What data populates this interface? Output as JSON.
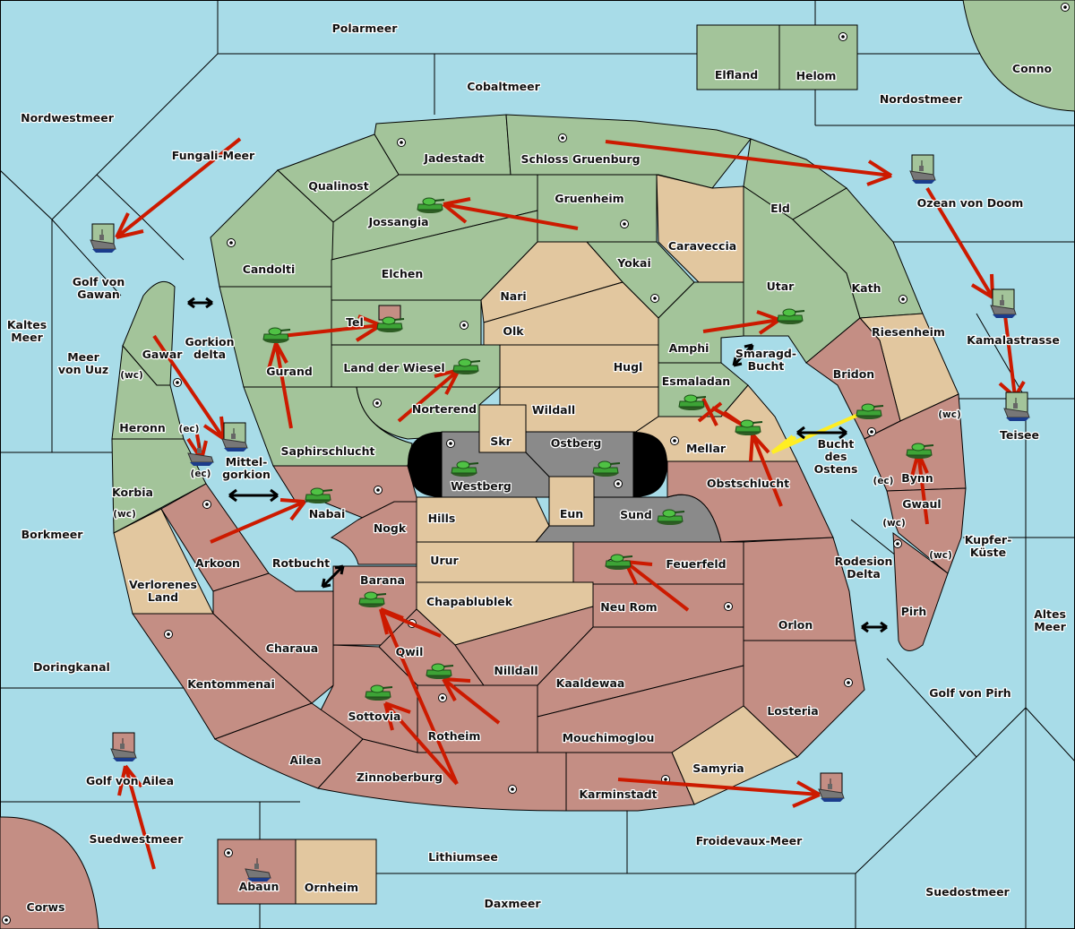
{
  "map": {
    "colors": {
      "sea": "#a8dce8",
      "green_power": "#a3c49a",
      "red_power": "#c48e84",
      "neutral": "#e2c79f",
      "impassable": "#8a8a8a",
      "order": "#cc1a00",
      "support_order": "#ffee22"
    },
    "seas": [
      {
        "id": "polarmeer",
        "label": "Polarmeer"
      },
      {
        "id": "cobaltmeer",
        "label": "Cobaltmeer"
      },
      {
        "id": "nordwestmeer",
        "label": "Nordwestmeer"
      },
      {
        "id": "fungali",
        "label": "Fungali-Meer"
      },
      {
        "id": "nordostmeer",
        "label": "Nordostmeer"
      },
      {
        "id": "ozean",
        "label": "Ozean von Doom"
      },
      {
        "id": "gawan",
        "label": "Golf von Gawan",
        "lines": [
          "Golf von",
          "Gawan"
        ]
      },
      {
        "id": "kaltes",
        "label": "Kaltes Meer",
        "lines": [
          "Kaltes",
          "Meer"
        ]
      },
      {
        "id": "uuz",
        "label": "Meer von Uuz",
        "lines": [
          "Meer",
          "von Uuz"
        ]
      },
      {
        "id": "gorkiondelta",
        "label": "Gorkion delta",
        "lines": [
          "Gorkion",
          "delta"
        ]
      },
      {
        "id": "mittelgorkion",
        "label": "Mittel-gorkion",
        "lines": [
          "Mittel-",
          "gorkion"
        ]
      },
      {
        "id": "kamala",
        "label": "Kamalastrasse"
      },
      {
        "id": "teisee",
        "label": "Teisee"
      },
      {
        "id": "smaragd",
        "label": "Smaragd-Bucht",
        "lines": [
          "Smaragd-",
          "Bucht"
        ]
      },
      {
        "id": "bucht",
        "label": "Bucht des Ostens",
        "lines": [
          "Bucht",
          "des",
          "Ostens"
        ]
      },
      {
        "id": "borkmeer",
        "label": "Borkmeer"
      },
      {
        "id": "rotbucht",
        "label": "Rotbucht"
      },
      {
        "id": "kupfer",
        "label": "Kupfer-Küste",
        "lines": [
          "Kupfer-",
          "Küste"
        ]
      },
      {
        "id": "rodesion",
        "label": "Rodesion Delta",
        "lines": [
          "Rodesion",
          "Delta"
        ]
      },
      {
        "id": "altes",
        "label": "Altes Meer",
        "lines": [
          "Altes",
          "Meer"
        ]
      },
      {
        "id": "doringkanal",
        "label": "Doringkanal"
      },
      {
        "id": "pirhgolf",
        "label": "Golf von Pirh"
      },
      {
        "id": "ailea_golf",
        "label": "Golf von Ailea"
      },
      {
        "id": "suedwest",
        "label": "Suedwestmeer"
      },
      {
        "id": "froidevaux",
        "label": "Froidevaux-Meer"
      },
      {
        "id": "lithium",
        "label": "Lithiumsee"
      },
      {
        "id": "daxmeer",
        "label": "Daxmeer"
      },
      {
        "id": "suedost",
        "label": "Suedostmeer"
      }
    ],
    "territories": [
      {
        "id": "elfland",
        "label": "Elfland",
        "owner": "green"
      },
      {
        "id": "helom",
        "label": "Helom",
        "owner": "green",
        "supply_center": true
      },
      {
        "id": "conno",
        "label": "Conno",
        "owner": "green",
        "supply_center": true
      },
      {
        "id": "jadestadt",
        "label": "Jadestadt",
        "owner": "green",
        "supply_center": true
      },
      {
        "id": "schloss",
        "label": "Schloss Gruenburg",
        "owner": "green",
        "supply_center": true
      },
      {
        "id": "qualinost",
        "label": "Qualinost",
        "owner": "green"
      },
      {
        "id": "jossangia",
        "label": "Jossangia",
        "owner": "green"
      },
      {
        "id": "gruenheim",
        "label": "Gruenheim",
        "owner": "green",
        "supply_center": true
      },
      {
        "id": "eld",
        "label": "Eld",
        "owner": "green"
      },
      {
        "id": "caraveccia",
        "label": "Caraveccia",
        "owner": "neutral"
      },
      {
        "id": "candolti",
        "label": "Candolti",
        "owner": "green",
        "supply_center": true
      },
      {
        "id": "elchen",
        "label": "Elchen",
        "owner": "green"
      },
      {
        "id": "yokai",
        "label": "Yokai",
        "owner": "green",
        "supply_center": true
      },
      {
        "id": "nari",
        "label": "Nari",
        "owner": "neutral"
      },
      {
        "id": "utar",
        "label": "Utar",
        "owner": "green"
      },
      {
        "id": "kath",
        "label": "Kath",
        "owner": "green",
        "supply_center": true
      },
      {
        "id": "tel",
        "label": "Tel",
        "owner": "green",
        "supply_center": true
      },
      {
        "id": "olk",
        "label": "Olk",
        "owner": "neutral"
      },
      {
        "id": "gawar",
        "label": "Gawar",
        "owner": "green",
        "supply_center": true
      },
      {
        "id": "gurand",
        "label": "Gurand",
        "owner": "green"
      },
      {
        "id": "wiesel",
        "label": "Land der Wiesel",
        "owner": "green"
      },
      {
        "id": "hugl",
        "label": "Hugl",
        "owner": "neutral"
      },
      {
        "id": "amphi",
        "label": "Amphi",
        "owner": "green"
      },
      {
        "id": "riesenheim",
        "label": "Riesenheim",
        "owner": "neutral"
      },
      {
        "id": "bridon",
        "label": "Bridon",
        "owner": "red",
        "supply_center": true
      },
      {
        "id": "esmaladan",
        "label": "Esmaladan",
        "owner": "green"
      },
      {
        "id": "heronn",
        "label": "Heronn",
        "owner": "green"
      },
      {
        "id": "norterend",
        "label": "Norterend",
        "owner": "green",
        "supply_center": true
      },
      {
        "id": "wildall",
        "label": "Wildall",
        "owner": "neutral"
      },
      {
        "id": "skr",
        "label": "Skr",
        "owner": "neutral"
      },
      {
        "id": "ostberg",
        "label": "Ostberg",
        "owner": "impassable",
        "supply_center": true
      },
      {
        "id": "mellar",
        "label": "Mellar",
        "owner": "neutral",
        "supply_center": true
      },
      {
        "id": "saphir",
        "label": "Saphirschlucht",
        "owner": "green"
      },
      {
        "id": "westberg",
        "label": "Westberg",
        "owner": "impassable",
        "supply_center": true
      },
      {
        "id": "obst",
        "label": "Obstschlucht",
        "owner": "red"
      },
      {
        "id": "bynn",
        "label": "Bynn",
        "owner": "red"
      },
      {
        "id": "korbia",
        "label": "Korbia",
        "owner": "green"
      },
      {
        "id": "nabai",
        "label": "Nabai",
        "owner": "red",
        "supply_center": true
      },
      {
        "id": "eun",
        "label": "Eun",
        "owner": "neutral"
      },
      {
        "id": "sund",
        "label": "Sund",
        "owner": "impassable",
        "supply_center": true
      },
      {
        "id": "hills",
        "label": "Hills",
        "owner": "neutral"
      },
      {
        "id": "gwaul",
        "label": "Gwaul",
        "owner": "red"
      },
      {
        "id": "nogk",
        "label": "Nogk",
        "owner": "red"
      },
      {
        "id": "arkoon",
        "label": "Arkoon",
        "owner": "red",
        "supply_center": true
      },
      {
        "id": "urur",
        "label": "Urur",
        "owner": "neutral"
      },
      {
        "id": "feuerfeld",
        "label": "Feuerfeld",
        "owner": "red"
      },
      {
        "id": "barana",
        "label": "Barana",
        "owner": "red",
        "supply_center": true
      },
      {
        "id": "verlorenes",
        "label": "Verlorenes Land",
        "lines": [
          "Verlorenes",
          "Land"
        ],
        "owner": "neutral"
      },
      {
        "id": "chapa",
        "label": "Chapablublek",
        "owner": "neutral"
      },
      {
        "id": "neurom",
        "label": "Neu Rom",
        "owner": "red",
        "supply_center": true
      },
      {
        "id": "pirh",
        "label": "Pirh",
        "owner": "red",
        "supply_center": true
      },
      {
        "id": "orlon",
        "label": "Orlon",
        "owner": "red"
      },
      {
        "id": "charaua",
        "label": "Charaua",
        "owner": "red"
      },
      {
        "id": "qwil",
        "label": "Qwil",
        "owner": "red"
      },
      {
        "id": "nilldall",
        "label": "Nilldall",
        "owner": "red"
      },
      {
        "id": "kentom",
        "label": "Kentommenai",
        "owner": "red",
        "supply_center": true
      },
      {
        "id": "kaaldewaa",
        "label": "Kaaldewaa",
        "owner": "red"
      },
      {
        "id": "sottovia",
        "label": "Sottovia",
        "owner": "red"
      },
      {
        "id": "losteria",
        "label": "Losteria",
        "owner": "red",
        "supply_center": true
      },
      {
        "id": "rotheim",
        "label": "Rotheim",
        "owner": "red",
        "supply_center": true
      },
      {
        "id": "mouchi",
        "label": "Mouchimoglou",
        "owner": "red"
      },
      {
        "id": "ailea",
        "label": "Ailea",
        "owner": "red"
      },
      {
        "id": "samyria",
        "label": "Samyria",
        "owner": "neutral"
      },
      {
        "id": "zinnoberburg",
        "label": "Zinnoberburg",
        "owner": "red",
        "supply_center": true
      },
      {
        "id": "karminstadt",
        "label": "Karminstadt",
        "owner": "red",
        "supply_center": true
      },
      {
        "id": "abaun",
        "label": "Abaun",
        "owner": "red",
        "supply_center": true
      },
      {
        "id": "ornheim",
        "label": "Ornheim",
        "owner": "neutral"
      },
      {
        "id": "corws",
        "label": "Corws",
        "owner": "red",
        "supply_center": true
      }
    ],
    "coast_markers": [
      "(wc)",
      "(ec)",
      "(ec)",
      "(wc)",
      "(wc)",
      "(ec)",
      "(wc)",
      "(wc)",
      "(ec)"
    ],
    "units": [
      {
        "type": "fleet",
        "power": "green",
        "location": "Golf von Gawan"
      },
      {
        "type": "fleet",
        "power": "green",
        "location": "Ozean von Doom"
      },
      {
        "type": "fleet",
        "power": "green",
        "location": "Kamalastrasse"
      },
      {
        "type": "fleet",
        "power": "green",
        "location": "Teisee"
      },
      {
        "type": "fleet",
        "power": "green",
        "location": "Mittel-gorkion"
      },
      {
        "type": "fleet",
        "power": "green",
        "location": "Heronn (ec)"
      },
      {
        "type": "army",
        "power": "green",
        "location": "Jossangia"
      },
      {
        "type": "army",
        "power": "green",
        "location": "Gurand"
      },
      {
        "type": "army",
        "power": "green",
        "location": "Tel"
      },
      {
        "type": "army",
        "power": "green",
        "location": "Land der Wiesel"
      },
      {
        "type": "army",
        "power": "green",
        "location": "Utar"
      },
      {
        "type": "army",
        "power": "green",
        "location": "Esmaladan"
      },
      {
        "type": "army",
        "power": "green",
        "location": "Mellar"
      },
      {
        "type": "army",
        "power": "green",
        "location": "Bridon"
      },
      {
        "type": "army",
        "power": "green",
        "location": "Bynn"
      },
      {
        "type": "army",
        "power": "green",
        "location": "Westberg"
      },
      {
        "type": "army",
        "power": "green",
        "location": "Ostberg"
      },
      {
        "type": "army",
        "power": "green",
        "location": "Sund"
      },
      {
        "type": "army",
        "power": "green",
        "location": "Nabai"
      },
      {
        "type": "army",
        "power": "green",
        "location": "Feuerfeld"
      },
      {
        "type": "army",
        "power": "green",
        "location": "Barana"
      },
      {
        "type": "army",
        "power": "green",
        "location": "Qwil"
      },
      {
        "type": "army",
        "power": "green",
        "location": "Sottovia"
      },
      {
        "type": "fleet",
        "power": "red",
        "location": "Golf von Ailea"
      },
      {
        "type": "fleet",
        "power": "red",
        "location": "Froidevaux-Meer"
      },
      {
        "type": "fleet",
        "power": "red",
        "location": "Abaun"
      }
    ]
  }
}
